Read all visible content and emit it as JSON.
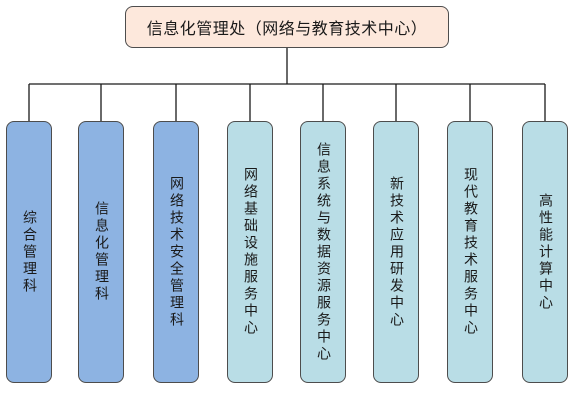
{
  "org_chart": {
    "root": {
      "label": "信息化管理处（网络与教育技术中心）"
    },
    "departments": [
      {
        "label": "综合管理科",
        "style": "dark"
      },
      {
        "label": "信息化管理科",
        "style": "dark"
      },
      {
        "label": "网络技术安全管理科",
        "style": "dark"
      },
      {
        "label": "网络基础设施服务中心",
        "style": "light"
      },
      {
        "label": "信息系统与数据资源服务中心",
        "style": "light"
      },
      {
        "label": "新技术应用研发中心",
        "style": "light"
      },
      {
        "label": "现代教育技术服务中心",
        "style": "light"
      },
      {
        "label": "高性能计算中心",
        "style": "light"
      }
    ],
    "colors": {
      "root_fill": "#fde8dc",
      "management_fill": "#8db3e2",
      "service_fill": "#b9dde6",
      "border": "#4d4d4d",
      "connector": "#1a1a1a"
    }
  }
}
